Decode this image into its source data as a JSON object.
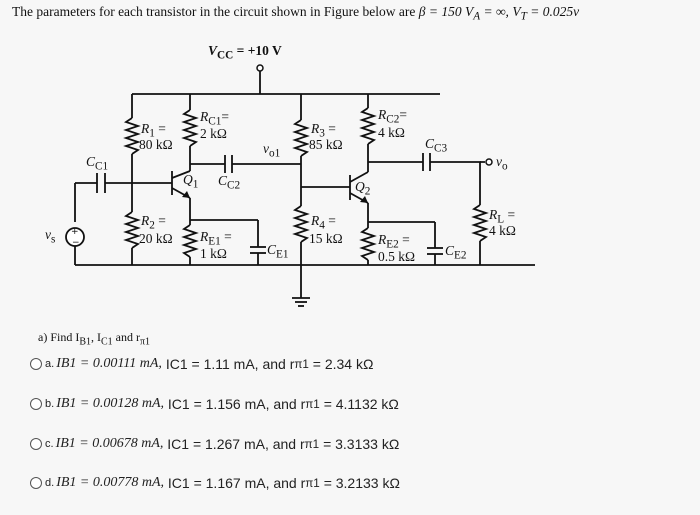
{
  "header": {
    "prefix": "The parameters for each transistor in the circuit shown in Figure below are",
    "beta": "β = 150",
    "va": "V",
    "va_sub": "A",
    "va_val": "= ∞,",
    "vt": "V",
    "vt_sub": "T",
    "vt_val": "= 0.025v"
  },
  "circuit": {
    "vcc": "V",
    "vcc_sub": "CC",
    "vcc_val": "= +10 V",
    "r1": "R",
    "r1_sub": "1",
    "r1_eq": "=",
    "r1_val": "80 kΩ",
    "rc1": "R",
    "rc1_sub": "C1",
    "rc1_eq": "=",
    "rc1_val": "2 kΩ",
    "vo1": "v",
    "vo1_sub": "o1",
    "r3": "R",
    "r3_sub": "3",
    "r3_eq": "=",
    "r3_val": "85 kΩ",
    "rc2": "R",
    "rc2_sub": "C2",
    "rc2_eq": "=",
    "rc2_val": "4 kΩ",
    "cc3": "C",
    "cc3_sub": "C3",
    "vo": "v",
    "vo_sub": "o",
    "cc1": "C",
    "cc1_sub": "C1",
    "q1": "Q",
    "q1_sub": "1",
    "cc2": "C",
    "cc2_sub": "C2",
    "q2": "Q",
    "q2_sub": "2",
    "r2": "R",
    "r2_sub": "2",
    "r2_eq": "=",
    "r2_val": "20 kΩ",
    "re1": "R",
    "re1_sub": "E1",
    "re1_eq": "=",
    "re1_val": "1 kΩ",
    "ce1": "C",
    "ce1_sub": "E1",
    "r4": "R",
    "r4_sub": "4",
    "r4_eq": "=",
    "r4_val": "15 kΩ",
    "re2": "R",
    "re2_sub": "E2",
    "re2_eq": "=",
    "re2_val": "0.5 kΩ",
    "ce2": "C",
    "ce2_sub": "E2",
    "rl": "R",
    "rl_sub": "L",
    "rl_eq": "=",
    "rl_val": "4 kΩ",
    "vs": "v",
    "vs_sub": "s"
  },
  "question": {
    "text": "a) Find I",
    "ib_sub": "B1",
    "mid": ", I",
    "ic_sub": "C1",
    "and": " and r",
    "rpi_sub": "π1"
  },
  "options": [
    {
      "letter": "a.",
      "ib": "IB1 = 0.00111 mA,",
      "ic": "IC1 = 1.11 mA, and r",
      "rpi": "= 2.34 kΩ"
    },
    {
      "letter": "b.",
      "ib": "IB1 = 0.00128 mA,",
      "ic": "IC1 = 1.156 mA, and r",
      "rpi": "= 4.1132 kΩ"
    },
    {
      "letter": "c.",
      "ib": "IB1 = 0.00678 mA,",
      "ic": "IC1 = 1.267 mA, and r",
      "rpi": "= 3.3133 kΩ"
    },
    {
      "letter": "d.",
      "ib": "IB1 = 0.00778 mA,",
      "ic": "IC1 = 1.167 mA, and r",
      "rpi": "= 3.2133 kΩ"
    }
  ],
  "rpi_sub": "π1"
}
